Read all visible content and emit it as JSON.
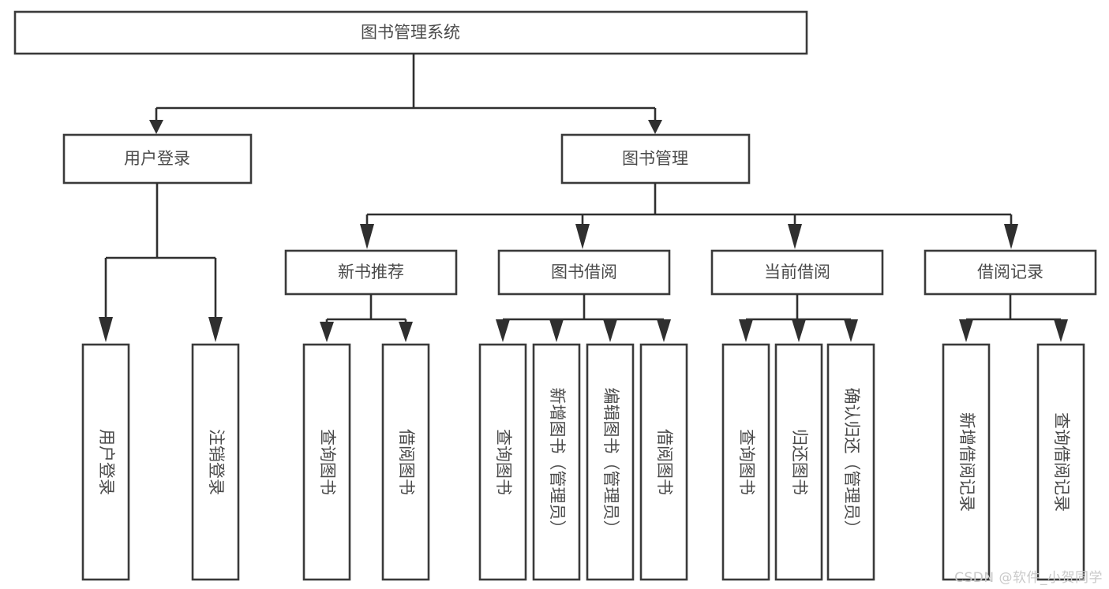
{
  "diagram": {
    "type": "tree",
    "title": "图书管理系统",
    "watermark": "CSDN @软件_小贺同学",
    "colors": {
      "box_stroke": "#3a3a3a",
      "box_fill": "#ffffff",
      "connector": "#2f2f2f",
      "label_text": "#4a4a4a",
      "watermark": "#c9c9c9",
      "background": "#ffffff"
    },
    "nodes": {
      "root": {
        "label": "图书管理系统",
        "orient": "horizontal"
      },
      "level2": [
        {
          "id": "user-login",
          "label": "用户登录",
          "orient": "horizontal"
        },
        {
          "id": "book-manage",
          "label": "图书管理",
          "orient": "horizontal"
        }
      ],
      "level3": [
        {
          "id": "new-book-recommend",
          "label": "新书推荐",
          "orient": "horizontal"
        },
        {
          "id": "book-borrow",
          "label": "图书借阅",
          "orient": "horizontal"
        },
        {
          "id": "current-borrow",
          "label": "当前借阅",
          "orient": "horizontal"
        },
        {
          "id": "borrow-record",
          "label": "借阅记录",
          "orient": "horizontal"
        }
      ],
      "leaves": {
        "user-login": [
          {
            "id": "leaf-user-login",
            "label": "用户登录",
            "orient": "vertical"
          },
          {
            "id": "leaf-logout",
            "label": "注销登录",
            "orient": "vertical"
          }
        ],
        "new-book-recommend": [
          {
            "id": "leaf-query-book-1",
            "label": "查询图书",
            "orient": "vertical"
          },
          {
            "id": "leaf-borrow-book-1",
            "label": "借阅图书",
            "orient": "vertical"
          }
        ],
        "book-borrow": [
          {
            "id": "leaf-query-book-2",
            "label": "查询图书",
            "orient": "vertical"
          },
          {
            "id": "leaf-add-book",
            "label": "新增图书（管理员）",
            "orient": "vertical"
          },
          {
            "id": "leaf-edit-book",
            "label": "编辑图书（管理员）",
            "orient": "vertical"
          },
          {
            "id": "leaf-borrow-book-2",
            "label": "借阅图书",
            "orient": "vertical"
          }
        ],
        "current-borrow": [
          {
            "id": "leaf-query-book-3",
            "label": "查询图书",
            "orient": "vertical"
          },
          {
            "id": "leaf-return-book",
            "label": "归还图书",
            "orient": "vertical"
          },
          {
            "id": "leaf-confirm-return",
            "label": "确认归还（管理员）",
            "orient": "vertical"
          }
        ],
        "borrow-record": [
          {
            "id": "leaf-add-record",
            "label": "新增借阅记录",
            "orient": "vertical"
          },
          {
            "id": "leaf-query-record",
            "label": "查询借阅记录",
            "orient": "vertical"
          }
        ]
      }
    }
  }
}
